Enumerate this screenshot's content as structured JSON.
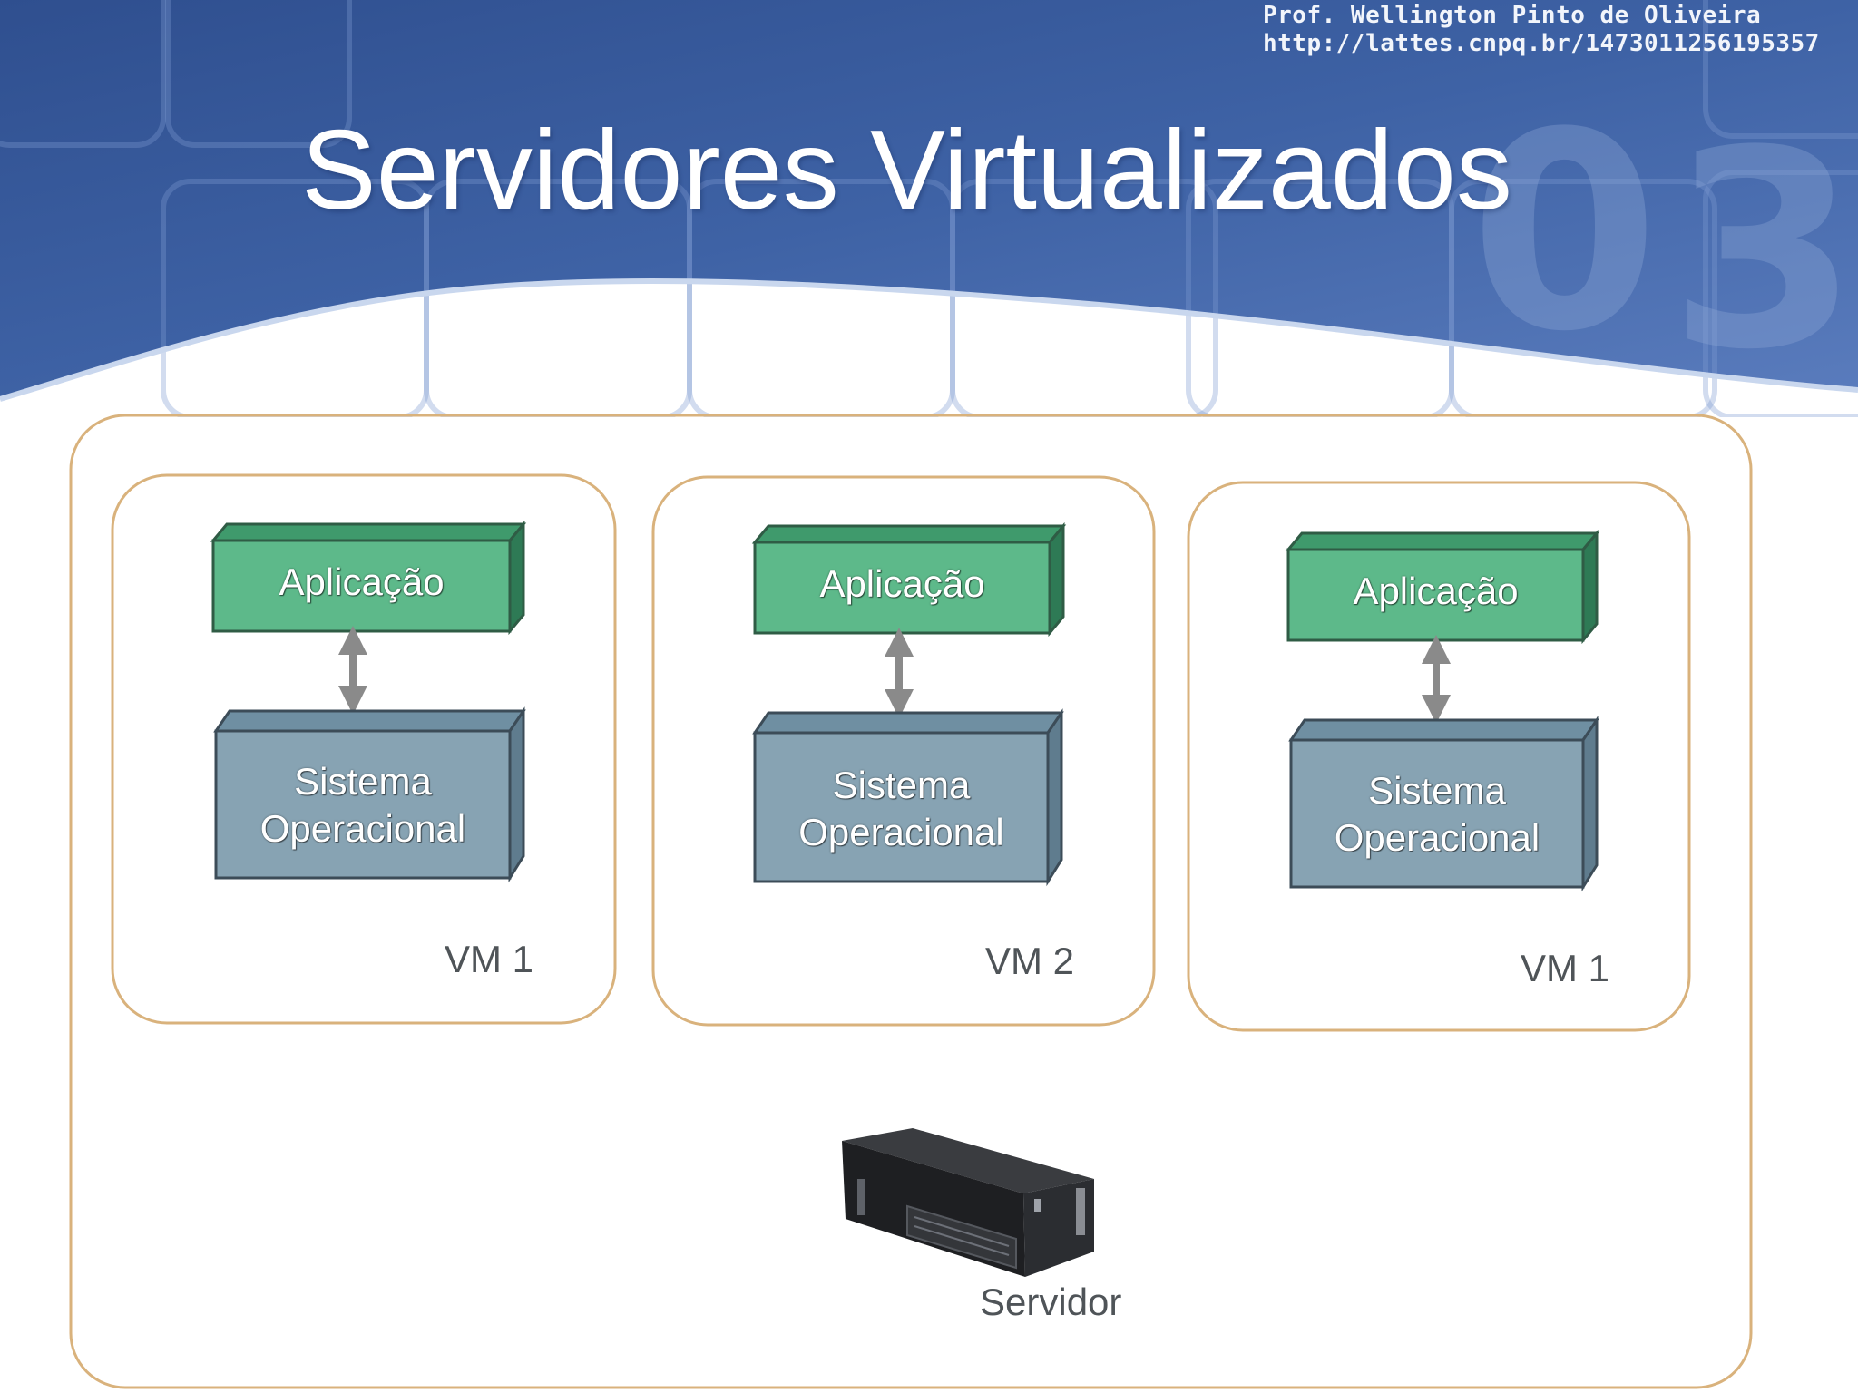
{
  "header": {
    "author_line1": "Prof. Wellington Pinto de Oliveira",
    "author_line2": "http://lattes.cnpq.br/1473011256195357",
    "title": "Servidores Virtualizados"
  },
  "diagram": {
    "vms": [
      {
        "app_label": "Aplicação",
        "os_label_line1": "Sistema",
        "os_label_line2": "Operacional",
        "vm_label": "VM 1"
      },
      {
        "app_label": "Aplicação",
        "os_label_line1": "Sistema",
        "os_label_line2": "Operacional",
        "vm_label": "VM 2"
      },
      {
        "app_label": "Aplicação",
        "os_label_line1": "Sistema",
        "os_label_line2": "Operacional",
        "vm_label": "VM 1"
      }
    ],
    "server_label": "Servidor"
  },
  "colors": {
    "header_blue": "#3d5f9f",
    "frame_orange": "#d9b27c",
    "app_green": "#5db98a",
    "os_gray_blue": "#87a3b3",
    "arrow_gray": "#8a8a8a"
  }
}
